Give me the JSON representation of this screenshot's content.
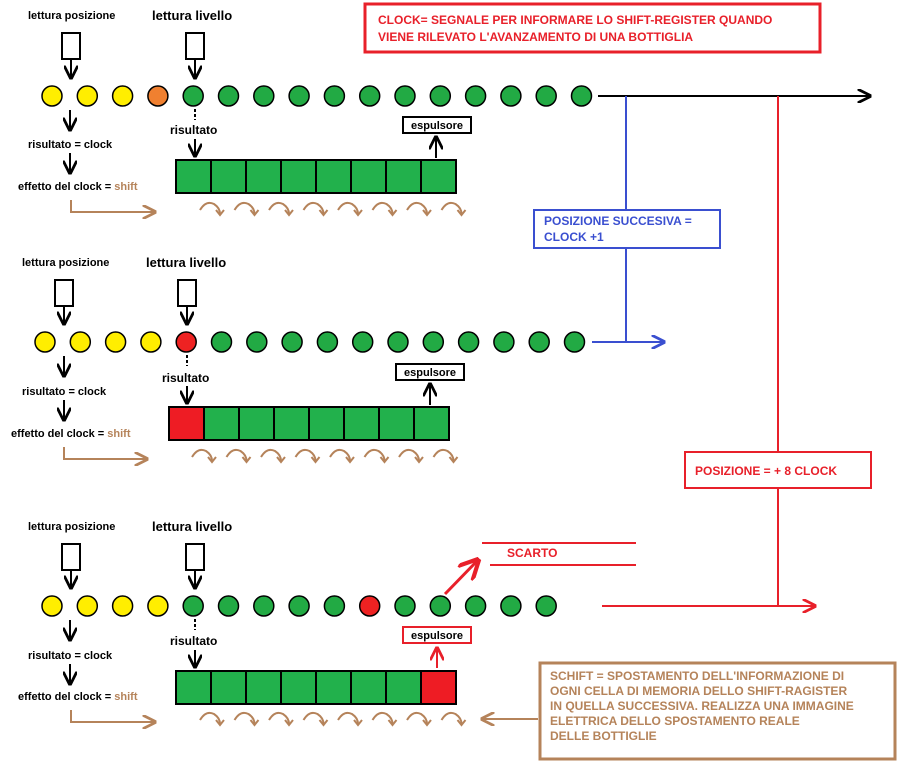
{
  "colors": {
    "dot_yellow": "#ffee00",
    "dot_orange": "#f08030",
    "dot_green": "#22aa44",
    "dot_red": "#ee2222",
    "cell_green": "#22b14c",
    "cell_red": "#ee1c24",
    "red": "#e8202a",
    "blue": "#3a4fd0",
    "brown": "#b5835a"
  },
  "rows": [
    {
      "lettura_posizione": "lettura posizione",
      "lettura_livello": "lettura livello",
      "risultato_clock": "risultato = clock",
      "effetto_prefix": "effetto del clock = ",
      "effetto_shift": "shift",
      "risultato": "risultato",
      "espulsore": "espulsore",
      "dots": [
        "yellow",
        "yellow",
        "yellow",
        "orange",
        "green",
        "green",
        "green",
        "green",
        "green",
        "green",
        "green",
        "green",
        "green",
        "green",
        "green",
        "green"
      ],
      "cells": [
        "green",
        "green",
        "green",
        "green",
        "green",
        "green",
        "green",
        "green"
      ]
    },
    {
      "lettura_posizione": "lettura posizione",
      "lettura_livello": "lettura livello",
      "risultato_clock": "risultato = clock",
      "effetto_prefix": "effetto del clock = ",
      "effetto_shift": "shift",
      "risultato": "risultato",
      "espulsore": "espulsore",
      "dots": [
        "yellow",
        "yellow",
        "yellow",
        "yellow",
        "red",
        "green",
        "green",
        "green",
        "green",
        "green",
        "green",
        "green",
        "green",
        "green",
        "green",
        "green"
      ],
      "cells": [
        "red",
        "green",
        "green",
        "green",
        "green",
        "green",
        "green",
        "green"
      ]
    },
    {
      "lettura_posizione": "lettura posizione",
      "lettura_livello": "lettura livello",
      "risultato_clock": "risultato = clock",
      "effetto_prefix": "effetto del clock = ",
      "effetto_shift": "shift",
      "risultato": "risultato",
      "espulsore": "espulsore",
      "dots": [
        "yellow",
        "yellow",
        "yellow",
        "yellow",
        "green",
        "green",
        "green",
        "green",
        "green",
        "red",
        "green",
        "green",
        "green",
        "green",
        "green"
      ],
      "cells": [
        "green",
        "green",
        "green",
        "green",
        "green",
        "green",
        "green",
        "red"
      ]
    }
  ],
  "clock_note": {
    "line1": "CLOCK= SEGNALE  PER INFORMARE LO SHIFT-REGISTER QUANDO",
    "line2": "VIENE RILEVATO L'AVANZAMENTO DI UNA BOTTIGLIA"
  },
  "posizione_successiva": {
    "line1": "POSIZIONE SUCCESIVA =",
    "line2": "CLOCK +1"
  },
  "posizione_8": "POSIZIONE = + 8 CLOCK",
  "scarto": "SCARTO",
  "shift_note": {
    "line1": "SCHIFT = SPOSTAMENTO DELL'INFORMAZIONE DI",
    "line2": "OGNI CELLA DI MEMORIA DELLO SHIFT-RAGISTER",
    "line3": "IN QUELLA SUCCESSIVA. REALIZZA UNA IMMAGINE",
    "line4": "ELETTRICA DELLO SPOSTAMENTO REALE",
    "line5": "DELLE BOTTIGLIE"
  }
}
